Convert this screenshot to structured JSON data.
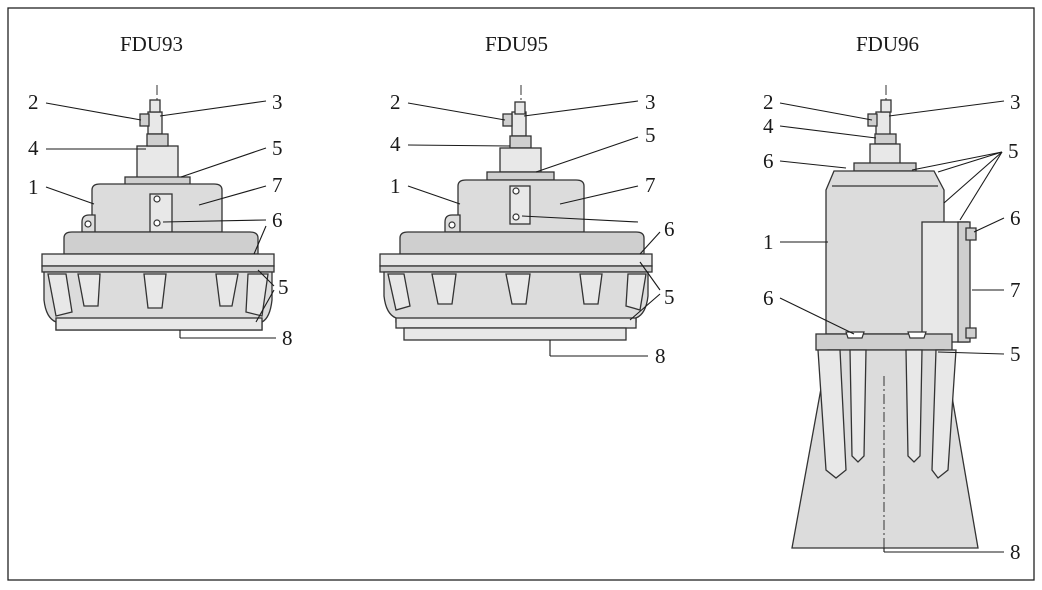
{
  "figure": {
    "panels": [
      {
        "title": "FDU93",
        "callouts": [
          "2",
          "3",
          "4",
          "5",
          "1",
          "7",
          "6",
          "5",
          "8"
        ]
      },
      {
        "title": "FDU95",
        "callouts": [
          "2",
          "3",
          "4",
          "5",
          "1",
          "7",
          "6",
          "5",
          "8"
        ]
      },
      {
        "title": "FDU96",
        "callouts": [
          "2",
          "3",
          "4",
          "6",
          "5",
          "6",
          "1",
          "7",
          "6",
          "5",
          "8"
        ]
      }
    ]
  }
}
